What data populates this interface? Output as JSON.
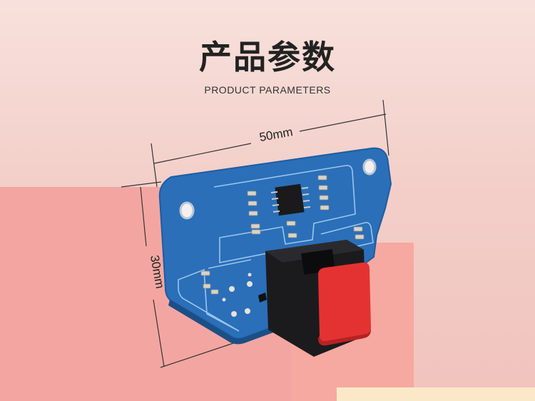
{
  "title": "产品参数",
  "subtitle": "PRODUCT PARAMETERS",
  "dimensions": {
    "width_label": "50mm",
    "height_label": "30mm"
  },
  "colors": {
    "pcb": "#2a6fb8",
    "connector_body": "#1b1b1e",
    "cap": "#e43232",
    "background": "#f3a6a1"
  }
}
